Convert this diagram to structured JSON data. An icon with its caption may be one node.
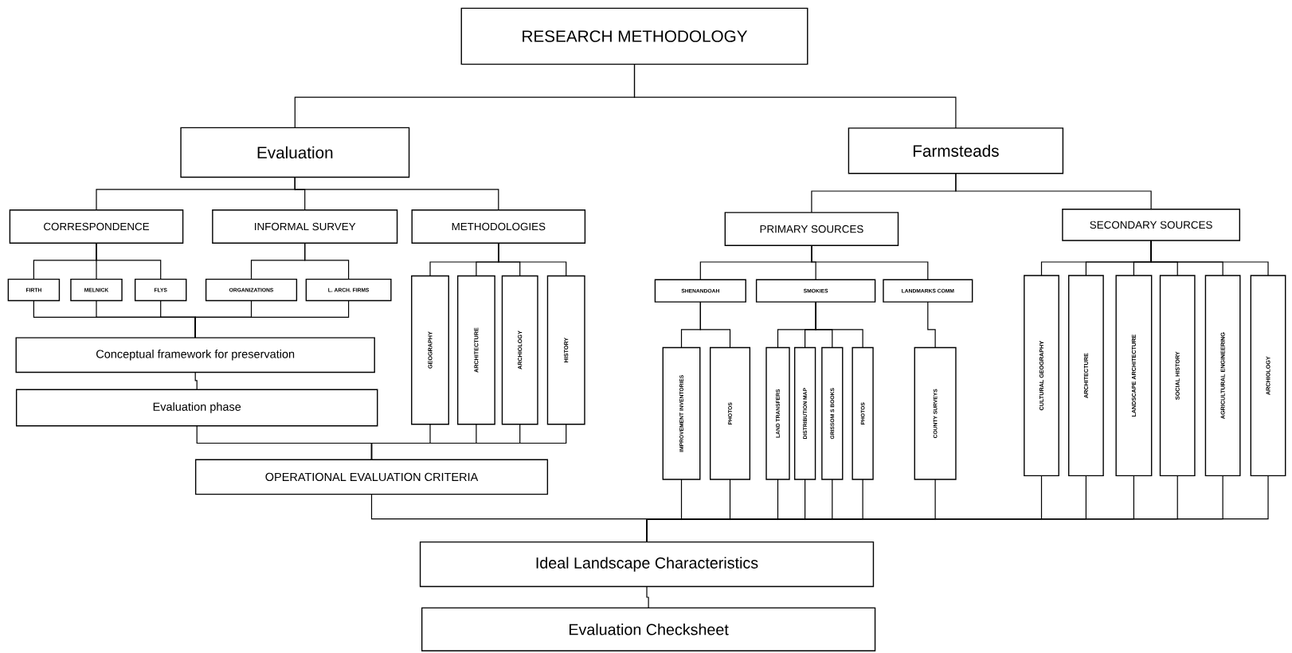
{
  "diagram": {
    "nodes": [
      {
        "text": [
          "RESEARCH METHODOLOGY"
        ]
      },
      {
        "text": [
          "Evaluation"
        ]
      },
      {
        "text": [
          "Farmsteads"
        ]
      },
      {
        "text": [
          "CORRESPONDENCE"
        ]
      },
      {
        "text": [
          "INFORMAL SURVEY"
        ]
      },
      {
        "text": [
          "METHODOLOGIES"
        ]
      },
      {
        "text": [
          "PRIMARY SOURCES"
        ]
      },
      {
        "text": [
          "SECONDARY SOURCES"
        ]
      },
      {
        "text": [
          "FIRTH"
        ]
      },
      {
        "text": [
          "MELNICK"
        ]
      },
      {
        "text": [
          "FLYS"
        ]
      },
      {
        "text": [
          "ORGANIZATIONS"
        ]
      },
      {
        "text": [
          "L. ARCH. FIRMS"
        ]
      },
      {
        "text": [
          "GEOGRAPHY"
        ]
      },
      {
        "text": [
          "ARCHITECTURE"
        ]
      },
      {
        "text": [
          "ARCHIOLOGY"
        ]
      },
      {
        "text": [
          "HISTORY"
        ]
      },
      {
        "text": [
          "SHENANDOAH"
        ]
      },
      {
        "text": [
          "SMOKIES"
        ]
      },
      {
        "text": [
          "LANDMARKS COMM"
        ]
      },
      {
        "text": [
          "IMPROVEMENT INVENTORIES"
        ]
      },
      {
        "text": [
          "PHOTOS"
        ]
      },
      {
        "text": [
          "LAND TRANSFERS"
        ]
      },
      {
        "text": [
          "DISTRIBUTION MAP"
        ]
      },
      {
        "text": [
          "GRISSOM S BOOKS"
        ]
      },
      {
        "text": [
          "PHOTOS"
        ]
      },
      {
        "text": [
          "COUNTY SURVEYS"
        ]
      },
      {
        "text": [
          "CULTURAL GEOGRAPHY"
        ]
      },
      {
        "text": [
          "ARCHITECTURE"
        ]
      },
      {
        "text": [
          "LANDSCAPE ARCHITECTURE"
        ]
      },
      {
        "text": [
          "SOCIAL HISTORY"
        ]
      },
      {
        "text": [
          "AGRICULTURAL ENGINEERING"
        ]
      },
      {
        "text": [
          "ARCHIOLOGY"
        ]
      },
      {
        "text": [
          "Conceptual framework for preservation"
        ]
      },
      {
        "text": [
          "Evaluation phase"
        ]
      },
      {
        "text": [
          "OPERATIONAL EVALUATION CRITERIA"
        ]
      },
      {
        "text": [
          "Ideal Landscape Characteristics"
        ]
      },
      {
        "text": [
          "Evaluation Checksheet"
        ]
      }
    ],
    "edges": [
      {
        "from": 0,
        "to": 1,
        "arrow": "none"
      },
      {
        "from": 0,
        "to": 2,
        "arrow": "none"
      },
      {
        "from": 1,
        "to": 3,
        "arrow": "none"
      },
      {
        "from": 1,
        "to": 4,
        "arrow": "none"
      },
      {
        "from": 1,
        "to": 5,
        "arrow": "none"
      },
      {
        "from": 2,
        "to": 6,
        "arrow": "none"
      },
      {
        "from": 2,
        "to": 7,
        "arrow": "none"
      },
      {
        "from": 3,
        "to": 8,
        "arrow": "none"
      },
      {
        "from": 3,
        "to": 9,
        "arrow": "none"
      },
      {
        "from": 3,
        "to": 10,
        "arrow": "none"
      },
      {
        "from": 4,
        "to": 11,
        "arrow": "none"
      },
      {
        "from": 4,
        "to": 12,
        "arrow": "none"
      },
      {
        "from": 5,
        "to": 13,
        "arrow": "none"
      },
      {
        "from": 5,
        "to": 14,
        "arrow": "none"
      },
      {
        "from": 5,
        "to": 15,
        "arrow": "none"
      },
      {
        "from": 5,
        "to": 16,
        "arrow": "none"
      },
      {
        "from": 6,
        "to": 17,
        "arrow": "none"
      },
      {
        "from": 6,
        "to": 18,
        "arrow": "none"
      },
      {
        "from": 6,
        "to": 19,
        "arrow": "none"
      },
      {
        "from": 7,
        "to": 27,
        "arrow": "none"
      },
      {
        "from": 7,
        "to": 28,
        "arrow": "none"
      },
      {
        "from": 7,
        "to": 29,
        "arrow": "none"
      },
      {
        "from": 7,
        "to": 30,
        "arrow": "none"
      },
      {
        "from": 7,
        "to": 31,
        "arrow": "none"
      },
      {
        "from": 7,
        "to": 32,
        "arrow": "none"
      },
      {
        "from": 17,
        "to": 20,
        "arrow": "none"
      },
      {
        "from": 17,
        "to": 21,
        "arrow": "none"
      },
      {
        "from": 18,
        "to": 22,
        "arrow": "none"
      },
      {
        "from": 18,
        "to": 23,
        "arrow": "none"
      },
      {
        "from": 18,
        "to": 24,
        "arrow": "none"
      },
      {
        "from": 18,
        "to": 25,
        "arrow": "none"
      },
      {
        "from": 19,
        "to": 26,
        "arrow": "none"
      },
      {
        "from": 8,
        "to": 33,
        "arrow": "none"
      },
      {
        "from": 9,
        "to": 33,
        "arrow": "none"
      },
      {
        "from": 10,
        "to": 33,
        "arrow": "none"
      },
      {
        "from": 11,
        "to": 33,
        "arrow": "none"
      },
      {
        "from": 12,
        "to": 33,
        "arrow": "none"
      },
      {
        "from": 33,
        "to": 34,
        "arrow": "none"
      },
      {
        "from": 34,
        "to": 35,
        "arrow": "none"
      },
      {
        "from": 13,
        "to": 35,
        "arrow": "none"
      },
      {
        "from": 14,
        "to": 35,
        "arrow": "none"
      },
      {
        "from": 15,
        "to": 35,
        "arrow": "none"
      },
      {
        "from": 16,
        "to": 35,
        "arrow": "none"
      },
      {
        "from": 35,
        "to": 36,
        "arrow": "none"
      },
      {
        "from": 20,
        "to": 36,
        "arrow": "none"
      },
      {
        "from": 21,
        "to": 36,
        "arrow": "none"
      },
      {
        "from": 22,
        "to": 36,
        "arrow": "none"
      },
      {
        "from": 23,
        "to": 36,
        "arrow": "none"
      },
      {
        "from": 24,
        "to": 36,
        "arrow": "none"
      },
      {
        "from": 25,
        "to": 36,
        "arrow": "none"
      },
      {
        "from": 26,
        "to": 36,
        "arrow": "none"
      },
      {
        "from": 27,
        "to": 36,
        "arrow": "none"
      },
      {
        "from": 28,
        "to": 36,
        "arrow": "none"
      },
      {
        "from": 29,
        "to": 36,
        "arrow": "none"
      },
      {
        "from": 30,
        "to": 36,
        "arrow": "none"
      },
      {
        "from": 31,
        "to": 36,
        "arrow": "none"
      },
      {
        "from": 32,
        "to": 36,
        "arrow": "none"
      },
      {
        "from": 36,
        "to": 37,
        "arrow": "none"
      }
    ]
  }
}
